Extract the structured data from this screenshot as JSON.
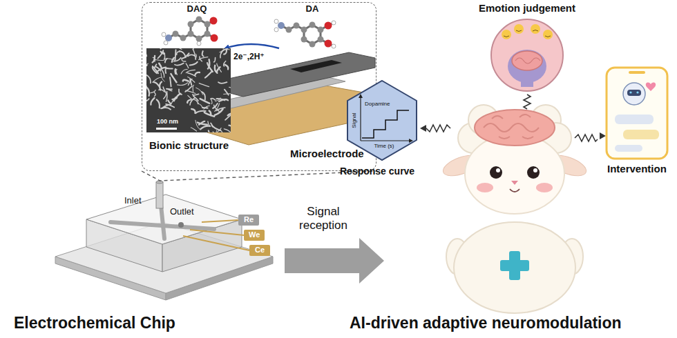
{
  "diagram": {
    "nodes": [
      {
        "text": [
          "DAQ",
          "DA",
          "2e⁻,2H⁺",
          "Microelectrode"
        ]
      },
      {
        "text": [
          "100 nm",
          "Bionic structure"
        ],
        "in": 0
      },
      {
        "text": [
          "Inlet",
          "Outlet"
        ]
      },
      {
        "text": [
          "Re"
        ],
        "in": 2
      },
      {
        "text": [
          "We"
        ],
        "in": 2
      },
      {
        "text": [
          "Ce"
        ],
        "in": 2
      },
      {
        "text": [
          "Dopamine",
          "Signal",
          "Time (s)",
          "Response curve"
        ]
      },
      {
        "text": [
          "Emotion judgement"
        ]
      },
      {
        "text": [
          "Intervention"
        ]
      }
    ],
    "edges": [
      {
        "from": 2,
        "to": 0,
        "arrow": "none"
      }
    ],
    "labels": [
      "Signal reception",
      "Electrochemical Chip",
      "AI-driven adaptive neuromodulation"
    ]
  }
}
